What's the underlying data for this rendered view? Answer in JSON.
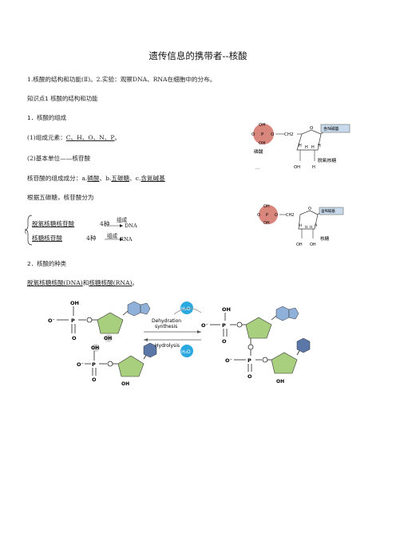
{
  "title": "遗传信息的携带者--核酸",
  "objectives": "1.核酸的结构和功能(Ⅱ)。2.实验：观察DNA、RNA在细胞中的分布。",
  "section1_heading": "知识点1 核酸的结构和功能",
  "sub1": "1．核酸的组成",
  "elements_prefix": "(1)组成元素：",
  "elements_value": "C、H、O、N、P",
  "elements_suffix": "。",
  "unit_line": "(2)基本单位——核苷酸",
  "comp_prefix": "核苷酸的组成成分：a.",
  "comp_a": "磷酸",
  "comp_b_prefix": "、b.",
  "comp_b": "五碳糖",
  "comp_c_prefix": "、c.",
  "comp_c": "含氮碱基",
  "classify_line": "根据五碳糖，核苷酸分为",
  "branch1_name": "脱氧核糖核苷酸",
  "branch1_count": "4种",
  "branch1_arrow": "组成",
  "branch1_result": "DNA",
  "branch2_name": "核糖核苷酸",
  "branch2_count": "4种",
  "branch2_arrow": "组成",
  "branch2_result": "RNA",
  "sub2": "2．核酸的种类",
  "types_line_a": "脱氧核糖核酸(DNA)",
  "types_line_mid": "和",
  "types_line_b": "核糖核酸(RNA)",
  "types_line_end": "。",
  "diagram1": {
    "oh_top": "OH",
    "o_left": "O",
    "p": "P",
    "o_right": "O",
    "oh_bottom": "OH",
    "ch2": "CH2",
    "ring_o": "O",
    "base": "含N碱基",
    "phosphate_label": "磷酸",
    "h1": "H",
    "h2": "H",
    "h3": "H",
    "h4": "H",
    "oh_sugar": "OH",
    "h_sugar": "H",
    "sugar_label": "脱氧核糖",
    "dots": "…"
  },
  "diagram2": {
    "oh_top": "OH",
    "o_left": "O",
    "p": "P",
    "o_right": "O",
    "oh_bottom": "OH",
    "ch2": "CH2",
    "ring_o": "O",
    "base": "含N碱基",
    "h1": "H",
    "h2": "H",
    "h3": "H",
    "h4": "H",
    "oh_sugar1": "OH",
    "oh_sugar2": "OH",
    "sugar_label": "核糖"
  },
  "diagram3": {
    "oh": "OH",
    "o_minus": "O⁻",
    "p": "P",
    "o": "O",
    "water_top": "H₂O",
    "water_bottom": "H₂O",
    "dehydration_1": "Dehydration",
    "dehydration_2": "synthesis",
    "hydrolysis": "Hydrolysis"
  },
  "colors": {
    "phosphate_fill": "#d9867d",
    "base_fill": "#c7d9ea",
    "sugar_fill": "#a8cf7e",
    "base_blue": "#8fb0d8",
    "base_dark": "#5b77a8",
    "water_fill": "#2aa8e0"
  }
}
